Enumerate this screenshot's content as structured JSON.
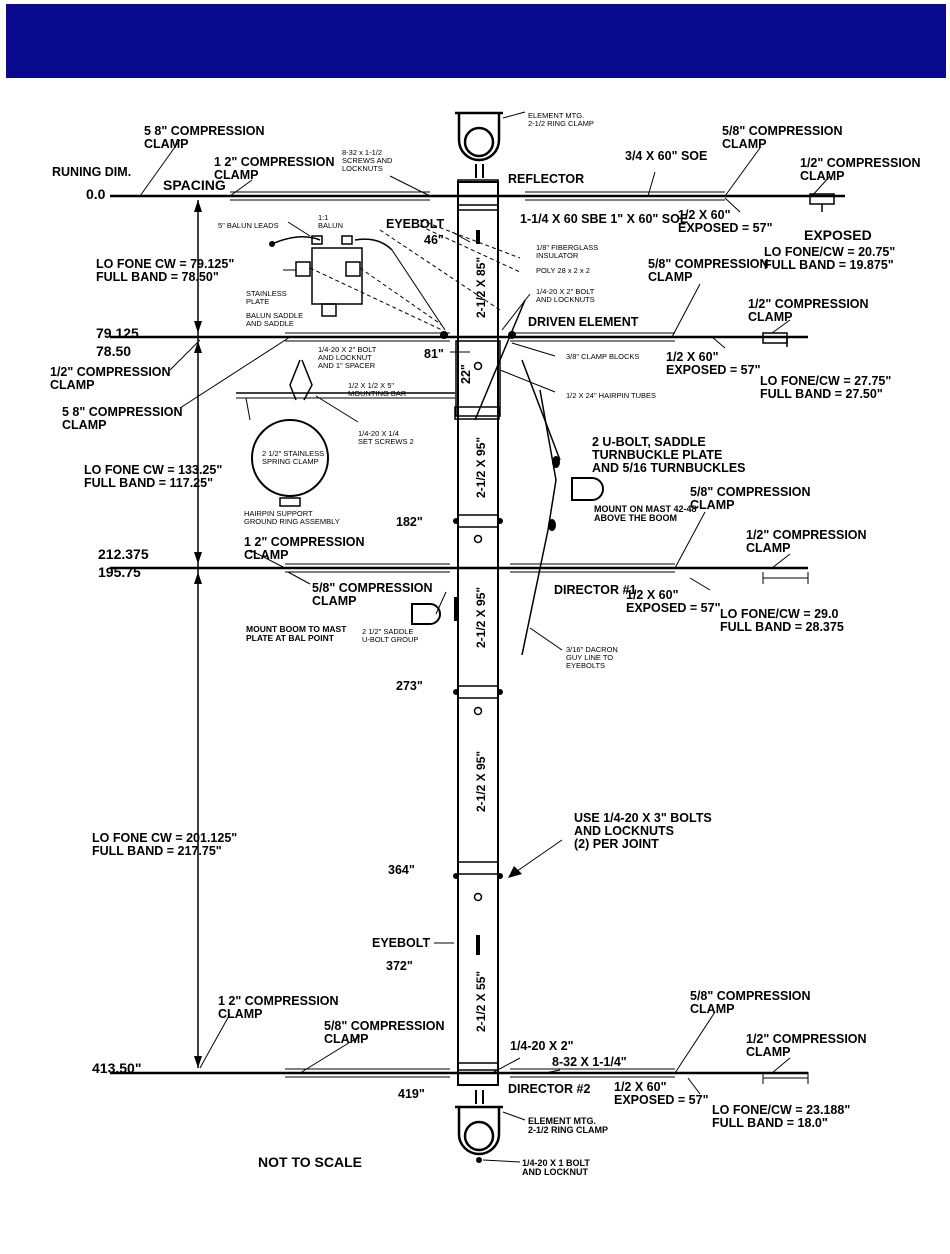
{
  "header": {
    "band_color": "#0a0a8f"
  },
  "labels": {
    "running_dim": "RUNING DIM.",
    "zero": "0.0",
    "spacing": "SPACING",
    "c58_top_left": "5 8\" COMPRESSION\nCLAMP",
    "c12_top_left": "1 2\" COMPRESSION\nCLAMP",
    "screws": "8-32 x 1-1/2\nSCREWS AND\nLOCKNUTS",
    "elem_mtg_top": "ELEMENT MTG.\n2-1/2 RING CLAMP",
    "reflector": "REFLECTOR",
    "soe_34": "3/4 X 60\" SOE",
    "c58_top_right": "5/8\" COMPRESSION\nCLAMP",
    "c12_top_right": "1/2\" COMPRESSION\nCLAMP",
    "exposed_word": "EXPOSED",
    "refl_dims": "1/2 X 60\"\nEXPOSED = 57\"",
    "refl_lofone": "LO FONE/CW = 20.75\"\nFULL BAND = 19.875\"",
    "sbe": "1-1/4 X 60 SBE 1\" X 60\" SOE",
    "eyebolt_top": "EYEBOLT",
    "eyebolt_top_pos": "46\"",
    "balun_leads": "5\" BALUN LEADS",
    "balun_top": "1:1\nBALUN",
    "stainless_plate": "STAINLESS\nPLATE",
    "balun_saddle": "BALUN SADDLE\nAND SADDLE",
    "fiberglass": "1/8\" FIBERGLASS\nINSULATOR",
    "poly": "POLY 28 x 2 x 2",
    "bolt_and_locknuts": "1/4-20 X 2\" BOLT\nAND LOCKNUTS",
    "lofone_1": "LO FONE CW = 79.125\"\nFULL BAND = 78.50\"",
    "c58_de_right": "5/8\" COMPRESSION\nCLAMP",
    "c12_de_right": "1/2\" COMPRESSION\nCLAMP",
    "driven_element": "DRIVEN ELEMENT",
    "de_pos_a": "79.125",
    "de_pos_b": "78.50",
    "c12_de_left": "1/2\" COMPRESSION\nCLAMP",
    "c58_de_left": "5 8\" COMPRESSION\nCLAMP",
    "pos_81": "81\"",
    "dim_22": "22\"",
    "clamp_blocks": "3/8\" CLAMP BLOCKS",
    "de_dims": "1/2 X 60\"\nEXPOSED = 57\"",
    "de_lofone": "LO FONE/CW = 27.75\"\nFULL BAND = 27.50\"",
    "hairpin": "1/2 X 24\" HAIRPIN TUBES",
    "bolt_spacer": "1/4-20 X 2\" BOLT\nAND LOCKNUT\nAND 1\" SPACER",
    "mounting_bar": "1/2 X 1/2 X 5\"\nMOUNTING BAR",
    "set_screws": "1/4-20 X 1/4\nSET SCREWS 2",
    "ss_clamp": "2 1/2\" STAINLESS\nSPRING CLAMP",
    "hairpin_support": "HAIRPIN SUPPORT\nGROUND RING ASSEMBLY",
    "ubolt": "2 U-BOLT, SADDLE\nTURNBUCKLE PLATE\nAND 5/16 TURNBUCKLES",
    "mount_mast": "MOUNT ON MAST 42-48\nABOVE THE BOOM",
    "lofone_2": "LO FONE CW = 133.25\"\nFULL BAND = 117.25\"",
    "pos_182": "182\"",
    "d1_pos_a": "212.375",
    "d1_pos_b": "195.75",
    "c12_d1_left": "1 2\" COMPRESSION\nCLAMP",
    "c58_d1_mid": "5/8\" COMPRESSION\nCLAMP",
    "c58_d1_right": "5/8\" COMPRESSION\nCLAMP",
    "c12_d1_right": "1/2\" COMPRESSION\nCLAMP",
    "director1": "DIRECTOR #1",
    "d1_dims": "1/2 X 60\"\nEXPOSED = 57\"",
    "d1_lofone": "LO FONE/CW = 29.0\nFULL BAND = 28.375",
    "mount_boom": "MOUNT BOOM TO MAST\nPLATE AT BAL POINT",
    "saddle_ubolt": "2 1/2\" SADDLE\nU-BOLT GROUP",
    "cable": "3/16\" DACRON\nGUY LINE TO\nEYEBOLTS",
    "pos_273": "273\"",
    "use_bolts": "USE 1/4-20 X 3\" BOLTS\nAND LOCKNUTS\n(2) PER JOINT",
    "lofone_3": "LO FONE CW = 201.125\"\nFULL BAND = 217.75\"",
    "pos_364": "364\"",
    "eyebolt_bottom": "EYEBOLT",
    "eyebolt_bottom_pos": "372\"",
    "c12_d2_left": "1 2\" COMPRESSION\nCLAMP",
    "c58_d2_mid": "5/8\" COMPRESSION\nCLAMP",
    "bolt_1420": "1/4-20 X 2\"",
    "screw_632": "8-32 X 1-1/4\"",
    "c58_d2_right": "5/8\" COMPRESSION\nCLAMP",
    "c12_d2_right": "1/2\" COMPRESSION\nCLAMP",
    "d2_pos": "413.50\"",
    "pos_419": "419\"",
    "director2": "DIRECTOR #2",
    "d2_dims": "1/2 X 60\"\nEXPOSED = 57\"",
    "d2_lofone": "LO FONE/CW = 23.188\"\nFULL BAND = 18.0\"",
    "elem_mtg_bottom": "ELEMENT MTG.\n2-1/2 RING CLAMP",
    "bolt_bottom": "1/4-20 X 1 BOLT\nAND LOCKNUT",
    "not_to_scale": "NOT TO SCALE",
    "boom_1": "2-1/2 X 85\"",
    "boom_2": "2-1/2 X 95\"",
    "boom_3": "2-1/2 X 95\"",
    "boom_4": "2-1/2 X 95\"",
    "boom_5": "2-1/2 X 55\""
  }
}
